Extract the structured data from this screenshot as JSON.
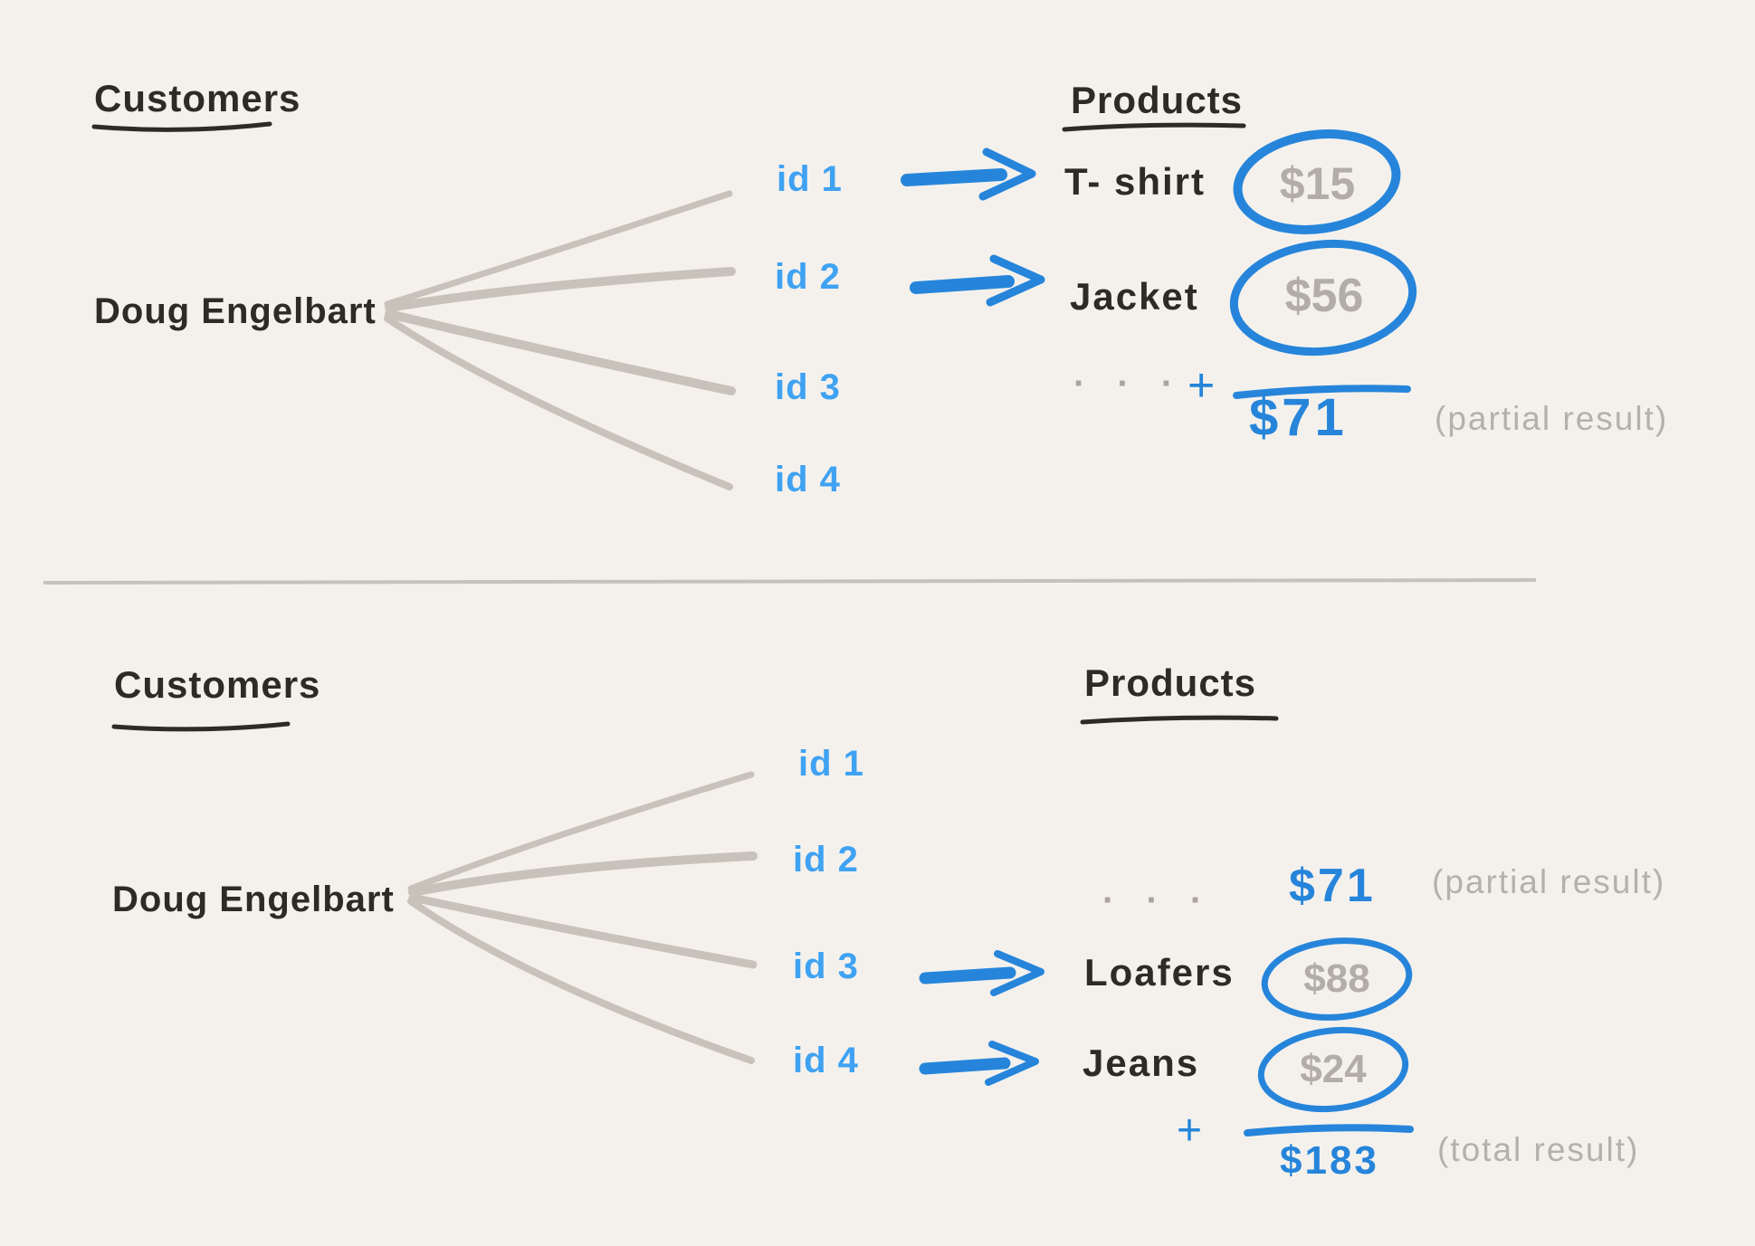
{
  "colors": {
    "background": "#f4f1ed",
    "ink": "#2e2a26",
    "grey_text": "#b2ada6",
    "branch_grey": "#c8c2ba",
    "id_blue": "#3fa2f2",
    "accent_blue": "#2685da"
  },
  "top": {
    "heading_customers": "Customers",
    "heading_products": "Products",
    "customer": "Doug Engelbart",
    "ids": [
      "id 1",
      "id 2",
      "id 3",
      "id 4"
    ],
    "products": [
      {
        "name": "T- shirt",
        "price": "$15"
      },
      {
        "name": "Jacket",
        "price": "$56"
      }
    ],
    "ellipsis": "· · ·",
    "plus": "+",
    "sum": "$71",
    "note": "(partial result)"
  },
  "bottom": {
    "heading_customers": "Customers",
    "heading_products": "Products",
    "customer": "Doug Engelbart",
    "ids": [
      "id 1",
      "id 2",
      "id 3",
      "id 4"
    ],
    "ellipsis": "· · ·",
    "carried_sum": "$71",
    "carried_note": "(partial result)",
    "products": [
      {
        "name": "Loafers",
        "price": "$88"
      },
      {
        "name": "Jeans",
        "price": "$24"
      }
    ],
    "plus": "+",
    "sum": "$183",
    "note": "(total result)"
  }
}
